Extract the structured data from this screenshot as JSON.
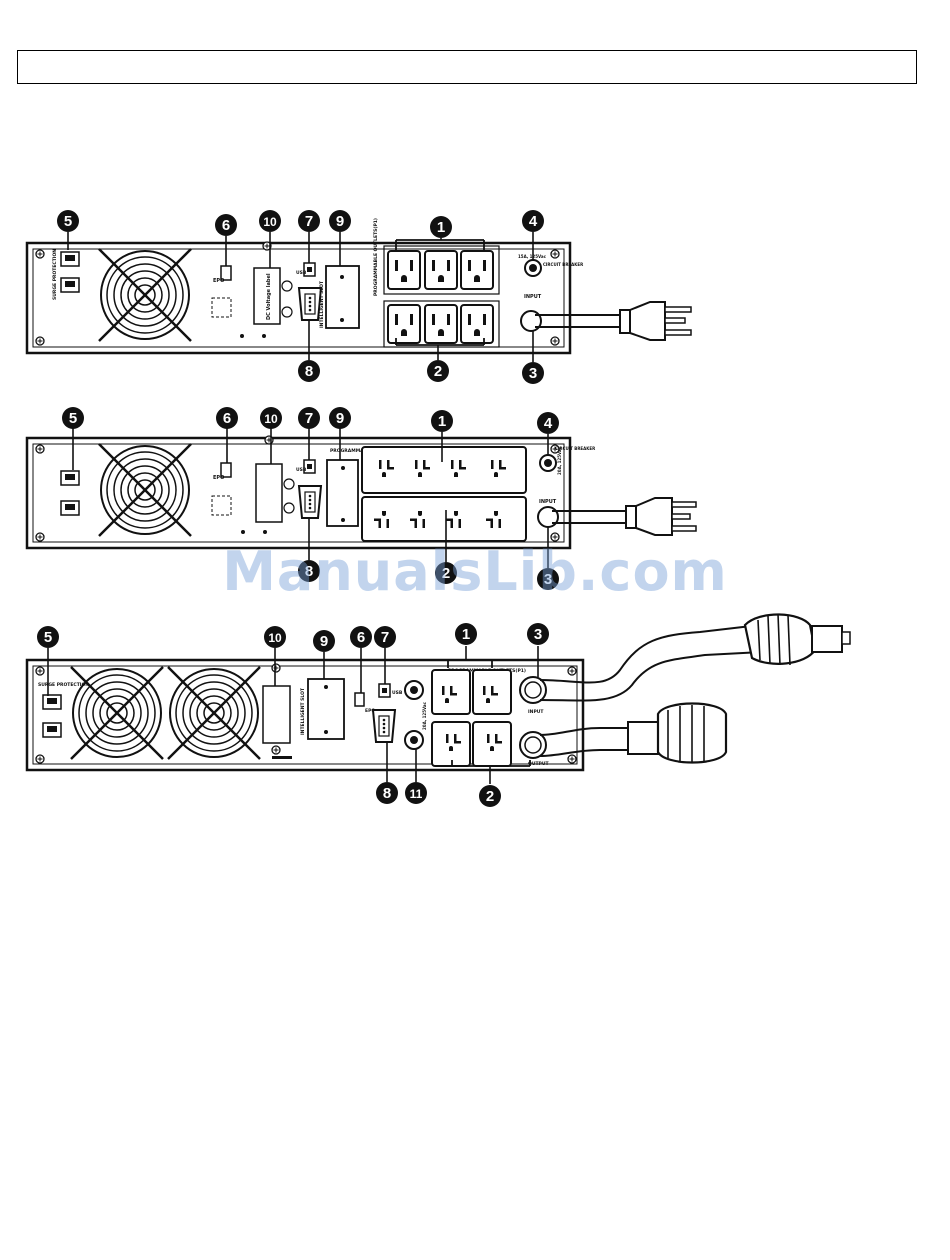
{
  "header": {
    "text": ""
  },
  "watermark": "ManualsLib.com",
  "units": [
    {
      "labels": {
        "outlet_group": "PROGRAMMABLE OUTLETS(P1)",
        "input": "INPUT",
        "breaker": "CIRCUIT BREAKER",
        "breaker_rating": "15A, 125Vac",
        "slot": "INTELLIGENT SLOT",
        "usb": "USB",
        "epo": "EPO",
        "dc_label": "DC Voltage label",
        "surge": "SURGE PROTECTION"
      },
      "callouts": [
        "1",
        "2",
        "3",
        "4",
        "5",
        "6",
        "7",
        "8",
        "9",
        "10"
      ]
    },
    {
      "labels": {
        "outlet_group": "PROGRAMMABLE OUTLETS(P1)",
        "input": "INPUT",
        "breaker": "CIRCUIT BREAKER",
        "breaker_rating": "20A, 125Vac",
        "usb": "USB",
        "epo": "EPO"
      },
      "callouts": [
        "1",
        "2",
        "3",
        "4",
        "5",
        "6",
        "7",
        "8",
        "9",
        "10"
      ]
    },
    {
      "labels": {
        "outlet_group": "PROGRAMMABLE OUTLETS(P1)",
        "output": "OUTPUT",
        "input": "INPUT",
        "surge": "SURGE PROTECTION",
        "slot": "INTELLIGENT SLOT",
        "usb": "USB",
        "epo": "EPO",
        "breaker_rating": "20A, 125Vac"
      },
      "callouts": [
        "1",
        "2",
        "3",
        "5",
        "6",
        "7",
        "8",
        "9",
        "10",
        "11"
      ]
    }
  ]
}
